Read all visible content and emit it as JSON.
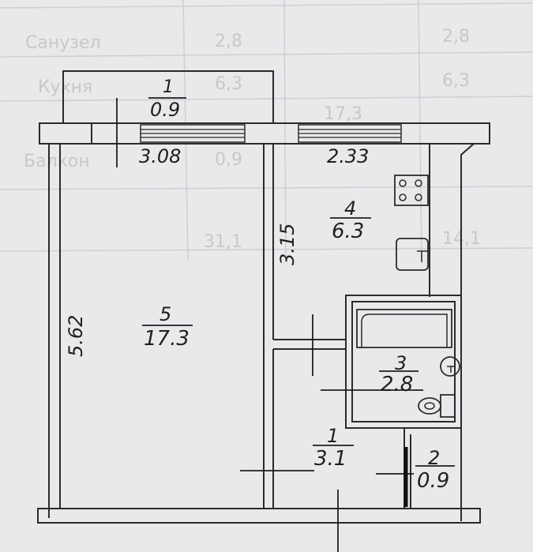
{
  "background_table": {
    "row1_label": "Санузел",
    "row1_a": "2,8",
    "row1_b": "2,8",
    "row2_label": "Кухня",
    "row2_a": "6,3",
    "row2_b": "6,3",
    "row3_b": "17,3",
    "row4_label": "Балкон",
    "row4_a": "0,9",
    "total_a": "31,1",
    "total_b": "14,1"
  },
  "rooms": [
    {
      "number": "1",
      "area": "0.9"
    },
    {
      "number": "4",
      "area": "6.3"
    },
    {
      "number": "5",
      "area": "17.3"
    },
    {
      "number": "3",
      "area": "2.8"
    },
    {
      "number": "1",
      "area": "3.1"
    },
    {
      "number": "2",
      "area": "0.9"
    }
  ],
  "dimensions": {
    "room_width": "3.08",
    "kitchen_width": "2.33",
    "kitchen_depth": "3.15",
    "room_depth": "5.62"
  }
}
